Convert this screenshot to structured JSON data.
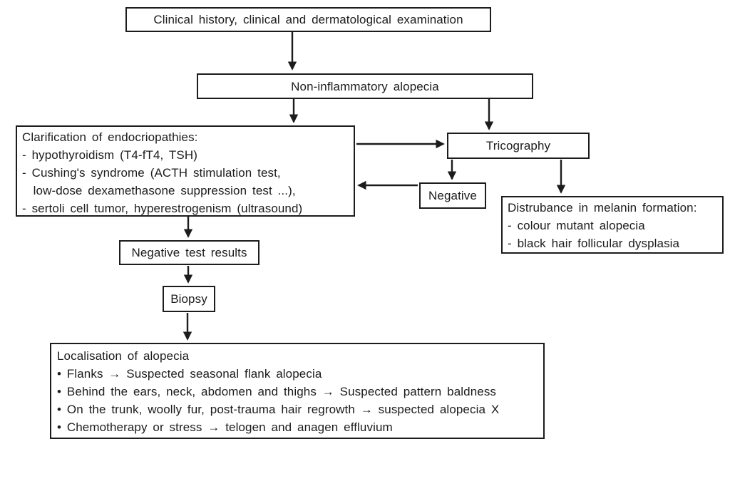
{
  "diagram": {
    "colors": {
      "border": "#1c1c1c",
      "text": "#1c1c1c",
      "background": "#ffffff"
    },
    "nodes": {
      "clinical_history": {
        "title": "Clinical history, clinical and dermatological examination"
      },
      "non_inflammatory": {
        "title": "Non-inflammatory alopecia"
      },
      "endocrinopathies": {
        "title": "Clarification of endocriopathies:",
        "lines": [
          "- hypothyroidism (T4-fT4, TSH)",
          "- Cushing's syndrome (ACTH stimulation test,",
          "  low-dose dexamethasone suppression test ...),",
          "- sertoli cell tumor, hyperestrogenism (ultrasound)"
        ]
      },
      "tricography": {
        "title": "Tricography"
      },
      "negative": {
        "title": "Negative"
      },
      "melanin_disturbance": {
        "title": "Distrubance in melanin formation:",
        "lines": [
          "- colour mutant alopecia",
          "- black hair follicular dysplasia"
        ]
      },
      "negative_test_results": {
        "title": "Negative test results"
      },
      "biopsy": {
        "title": "Biopsy"
      },
      "localisation": {
        "title": "Localisation of alopecia",
        "lines": [
          "• Flanks → Suspected seasonal flank alopecia",
          "• Behind the ears, neck, abdomen and thighs → Suspected pattern baldness",
          "• On the trunk, woolly fur, post-trauma hair regrowth → suspected alopecia X",
          "• Chemotherapy or stress → telogen and anagen effluvium"
        ]
      }
    }
  }
}
